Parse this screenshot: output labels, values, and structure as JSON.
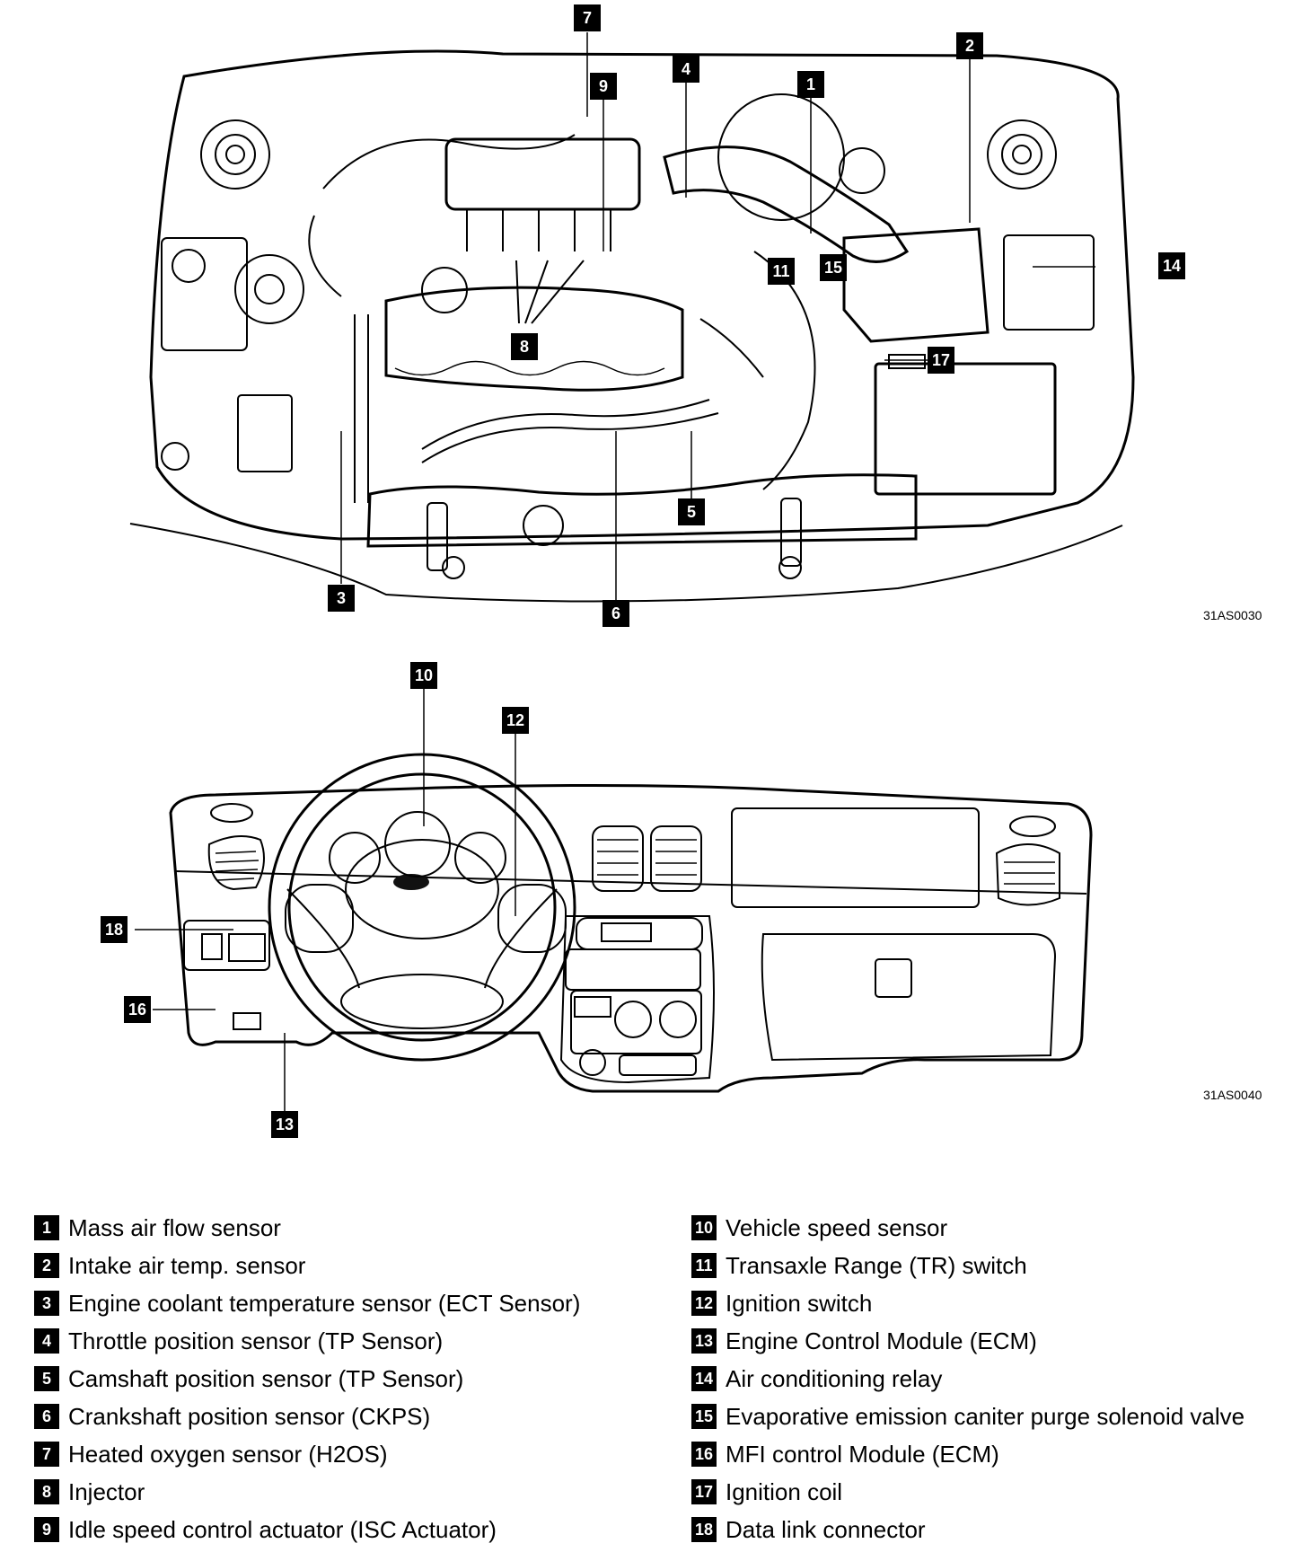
{
  "figure_codes": {
    "engine_bay": "31AS0030",
    "dashboard": "31AS0040"
  },
  "callouts": [
    "1",
    "2",
    "3",
    "4",
    "5",
    "6",
    "7",
    "8",
    "9",
    "10",
    "11",
    "12",
    "13",
    "14",
    "15",
    "16",
    "17",
    "18"
  ],
  "legend_left": [
    {
      "num": "1",
      "label": "Mass air flow sensor"
    },
    {
      "num": "2",
      "label": "Intake air temp. sensor"
    },
    {
      "num": "3",
      "label": "Engine coolant temperature sensor (ECT Sensor)"
    },
    {
      "num": "4",
      "label": "Throttle position sensor (TP Sensor)"
    },
    {
      "num": "5",
      "label": "Camshaft position sensor (TP Sensor)"
    },
    {
      "num": "6",
      "label": "Crankshaft position sensor (CKPS)"
    },
    {
      "num": "7",
      "label": "Heated oxygen sensor (H2OS)"
    },
    {
      "num": "8",
      "label": "Injector"
    },
    {
      "num": "9",
      "label": "Idle speed control actuator (ISC Actuator)"
    }
  ],
  "legend_right": [
    {
      "num": "10",
      "label": "Vehicle speed sensor"
    },
    {
      "num": "11",
      "label": "Transaxle Range (TR) switch"
    },
    {
      "num": "12",
      "label": "Ignition switch"
    },
    {
      "num": "13",
      "label": "Engine Control Module (ECM)"
    },
    {
      "num": "14",
      "label": "Air conditioning relay"
    },
    {
      "num": "15",
      "label": "Evaporative emission caniter purge solenoid valve"
    },
    {
      "num": "16",
      "label": "MFI control Module (ECM)"
    },
    {
      "num": "17",
      "label": "Ignition coil"
    },
    {
      "num": "18",
      "label": "Data link connector"
    }
  ]
}
